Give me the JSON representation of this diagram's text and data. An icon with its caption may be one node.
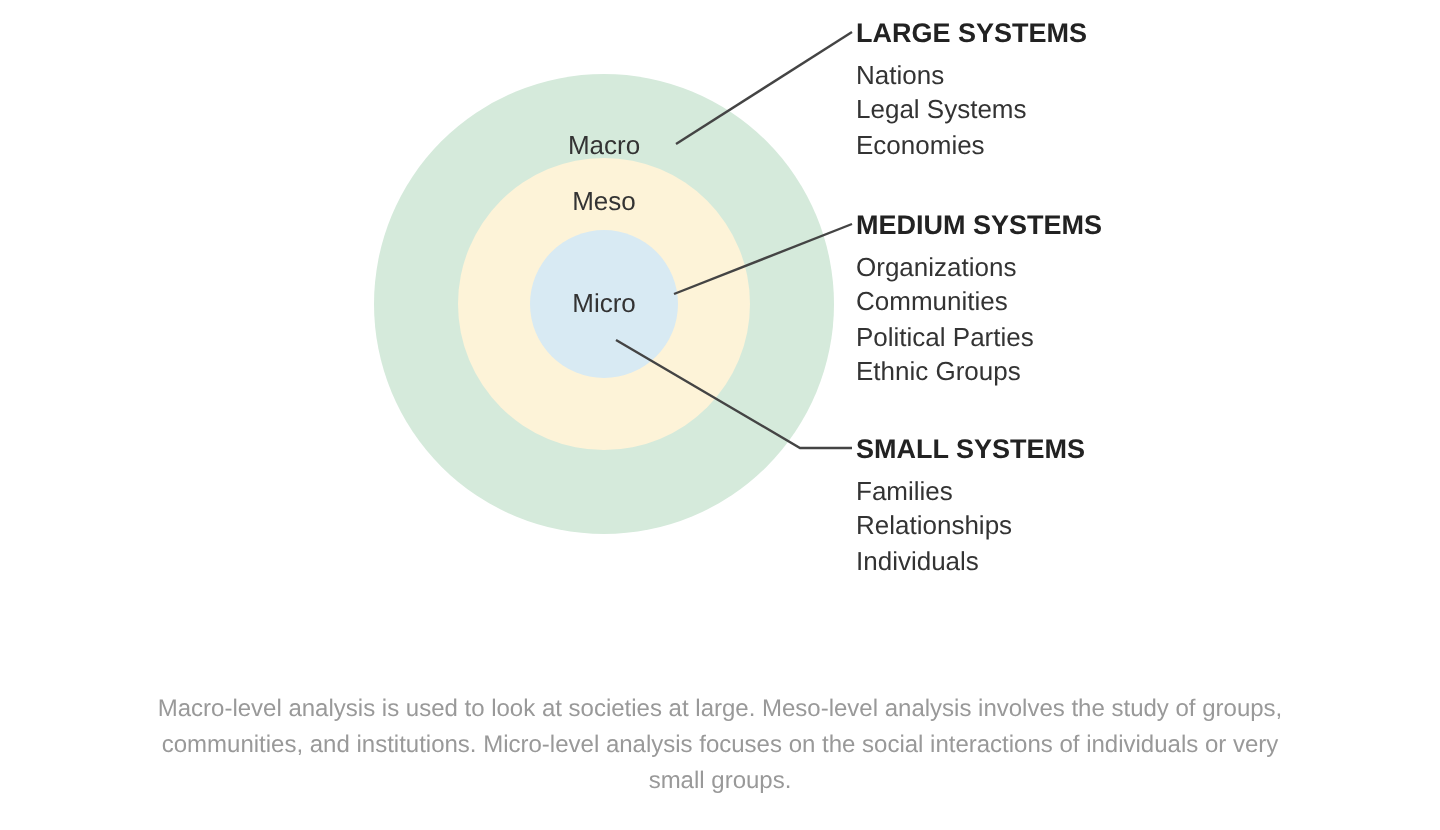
{
  "diagram": {
    "caption": "Macro-level analysis is used to look at societies at large. Meso-level analysis involves the study of groups, communities, and institutions. Micro-level analysis focuses on the social interactions of individuals or very small groups.",
    "nodes": [
      {
        "text": [
          "Macro"
        ]
      },
      {
        "text": [
          "Meso"
        ],
        "in": 0
      },
      {
        "text": [
          "Micro"
        ],
        "in": 1
      },
      {
        "text": [
          "LARGE SYSTEMS",
          "Nations",
          "Legal Systems",
          "Economies"
        ]
      },
      {
        "text": [
          "MEDIUM SYSTEMS",
          "Organizations",
          "Communities",
          "Political Parties",
          "Ethnic Groups"
        ]
      },
      {
        "text": [
          "SMALL SYSTEMS",
          "Families",
          "Relationships",
          "Individuals"
        ]
      }
    ],
    "edges": [
      {
        "from": 3,
        "to": 0,
        "arrow": "none"
      },
      {
        "from": 4,
        "to": 1,
        "arrow": "none"
      },
      {
        "from": 5,
        "to": 2,
        "arrow": "none"
      }
    ]
  }
}
